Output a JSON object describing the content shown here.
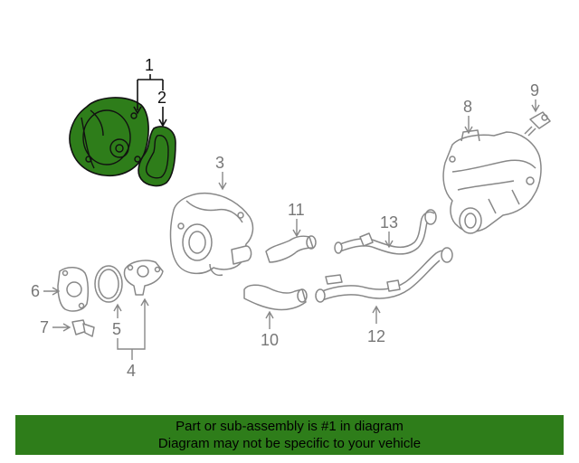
{
  "diagram": {
    "highlight_color": "#2e7d1a",
    "callouts": {
      "c1": "1",
      "c2": "2",
      "c3": "3",
      "c4": "4",
      "c5": "5",
      "c6": "6",
      "c7": "7",
      "c8": "8",
      "c9": "9",
      "c10": "10",
      "c11": "11",
      "c12": "12",
      "c13": "13"
    }
  },
  "footer": {
    "line1": "Part or sub-assembly is #1 in diagram",
    "line2": "Diagram may not be specific to your vehicle"
  }
}
